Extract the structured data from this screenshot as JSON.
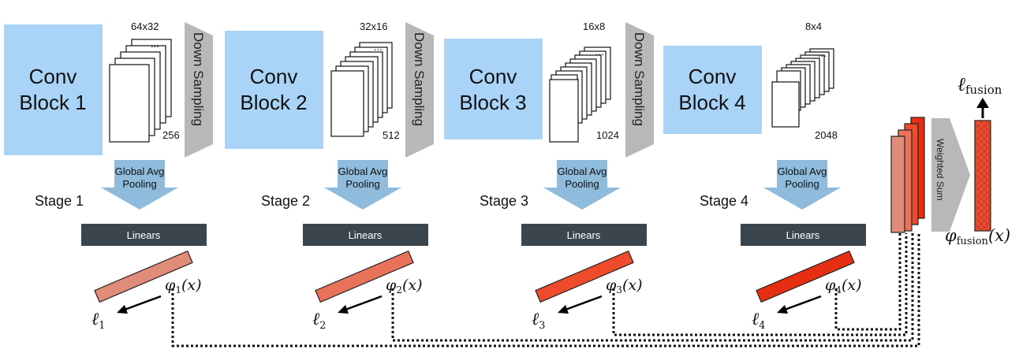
{
  "stages": [
    {
      "conv_line1": "Conv",
      "conv_line2": "Block 1",
      "dims": "64x32",
      "channels": "256",
      "stage_label": "Stage 1",
      "phi_sym": "φ",
      "phi_sub": "1",
      "phi_arg": "(x)",
      "loss_sym": "ℓ",
      "loss_sub": "1",
      "embed_color": "#e08c78"
    },
    {
      "conv_line1": "Conv",
      "conv_line2": "Block 2",
      "dims": "32x16",
      "channels": "512",
      "stage_label": "Stage 2",
      "phi_sym": "φ",
      "phi_sub": "2",
      "phi_arg": "(x)",
      "loss_sym": "ℓ",
      "loss_sub": "2",
      "embed_color": "#e8735a"
    },
    {
      "conv_line1": "Conv",
      "conv_line2": "Block 3",
      "dims": "16x8",
      "channels": "1024",
      "stage_label": "Stage 3",
      "phi_sym": "φ",
      "phi_sub": "3",
      "phi_arg": "(x)",
      "loss_sym": "ℓ",
      "loss_sub": "3",
      "embed_color": "#ee4a2c"
    },
    {
      "conv_line1": "Conv",
      "conv_line2": "Block 4",
      "dims": "8x4",
      "channels": "2048",
      "stage_label": "Stage 4",
      "phi_sym": "φ",
      "phi_sub": "4",
      "phi_arg": "(x)",
      "loss_sym": "ℓ",
      "loss_sub": "4",
      "embed_color": "#e52e12"
    }
  ],
  "down_sampling_label": "Down Sampling",
  "pooling_line1": "Global Avg",
  "pooling_line2": "Pooling",
  "linears_label": "Linears",
  "ellipsis": "...",
  "weighted_sum_label": "Weighted Sum",
  "fusion": {
    "loss_sym": "ℓ",
    "loss_sub": "fusion",
    "phi_sym": "φ",
    "phi_sub": "fusion",
    "phi_arg": "(x)",
    "color": "#ee4a2c"
  },
  "colors": {
    "conv_block": "#a9d3f7",
    "pooling_arrow": "#8fbcdc",
    "down_sampling": "#b8b8b8",
    "linears_bar": "#3a454d",
    "stack_embeddings": [
      "#e08c78",
      "#e8735a",
      "#ee4a2c",
      "#e52e12"
    ]
  }
}
